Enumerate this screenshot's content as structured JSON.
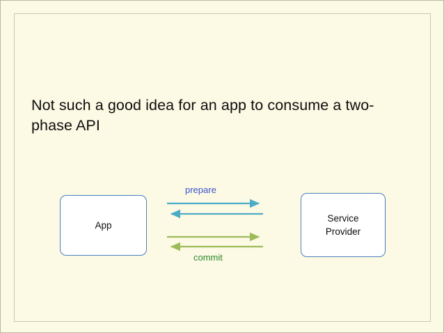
{
  "slide": {
    "background_color": "#FCF9E4",
    "border_color": "#b9b8a4",
    "inner_frame_color": "#c9c7ae",
    "title": "Not such a good idea for an app to consume a two-phase API"
  },
  "diagram": {
    "nodes": [
      {
        "id": "app",
        "label": "App",
        "border_color": "#4A7EBB",
        "fill_color": "#FFFFFF"
      },
      {
        "id": "service-provider",
        "label": "Service\nProvider",
        "border_color": "#4A7EBB",
        "fill_color": "#FFFFFF"
      }
    ],
    "edges": [
      {
        "id": "prepare-request",
        "direction": "right",
        "color": "#4BACC6",
        "from": "app",
        "to": "service-provider"
      },
      {
        "id": "prepare-response",
        "direction": "left",
        "color": "#4BACC6",
        "from": "service-provider",
        "to": "app"
      },
      {
        "id": "commit-request",
        "direction": "right",
        "color": "#9BBB59",
        "from": "app",
        "to": "service-provider"
      },
      {
        "id": "commit-response",
        "direction": "left",
        "color": "#9BBB59",
        "from": "service-provider",
        "to": "app"
      }
    ],
    "labels": {
      "prepare": "prepare",
      "prepare_color": "#3A53C8",
      "commit": "commit",
      "commit_color": "#2E8B30"
    }
  }
}
